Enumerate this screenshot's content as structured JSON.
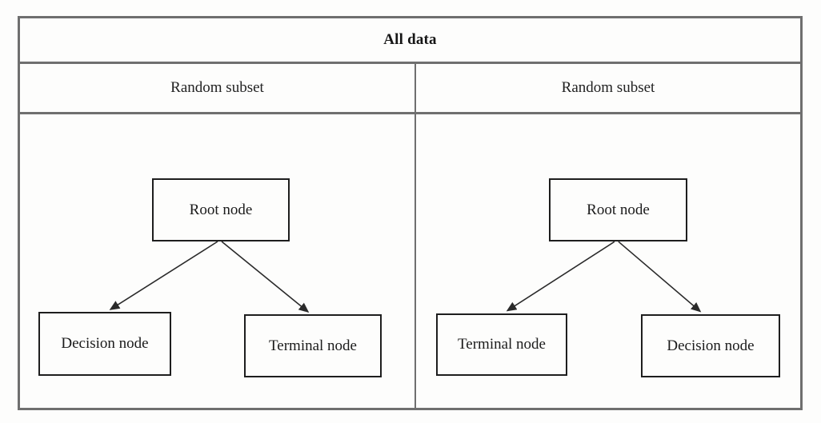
{
  "diagram": {
    "header": {
      "title": "All data"
    },
    "columns": [
      {
        "subset_label": "Random subset",
        "tree": {
          "root": "Root node",
          "left_child": "Decision node",
          "right_child": "Terminal node"
        }
      },
      {
        "subset_label": "Random subset",
        "tree": {
          "root": "Root node",
          "left_child": "Terminal node",
          "right_child": "Decision node"
        }
      }
    ],
    "colors": {
      "table_border": "#6f6f6f",
      "node_border": "#1e1e1e",
      "arrow": "#2a2a2a",
      "text": "#1b1b1b",
      "background": "#fdfdfc"
    }
  }
}
